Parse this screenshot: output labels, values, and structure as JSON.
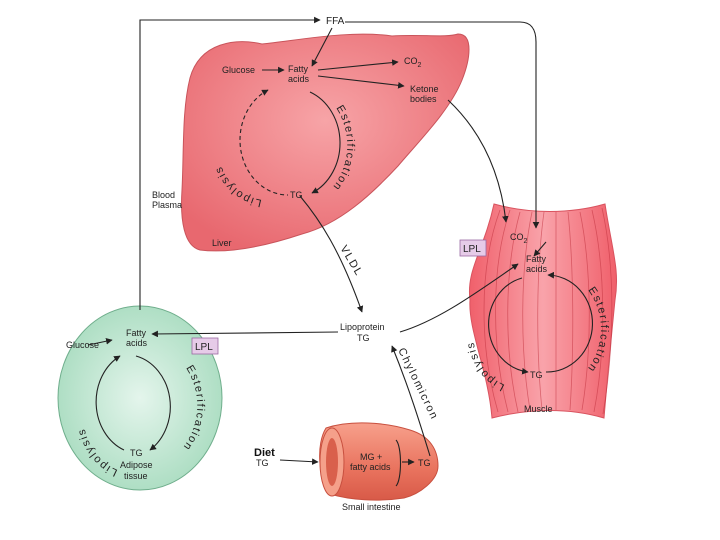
{
  "labels": {
    "ffa": "FFA",
    "liver": {
      "glucose": "Glucose",
      "fatty_acids_1": "Fatty",
      "fatty_acids_2": "acids",
      "co2": "CO",
      "co2_sub": "2",
      "ketone_1": "Ketone",
      "ketone_2": "bodies",
      "tg": "TG",
      "lipolysis": "Lipolysis",
      "esterification": "Esterification",
      "name": "Liver"
    },
    "blood_plasma_1": "Blood",
    "blood_plasma_2": "Plasma",
    "vldl": "VLDL",
    "lipoprotein_1": "Lipoprotein",
    "lipoprotein_2": "TG",
    "chylomicrons": "Chylomicrons",
    "lpl_muscle": "LPL",
    "lpl_adipose": "LPL",
    "muscle": {
      "co2": "CO",
      "co2_sub": "2",
      "fatty_acids_1": "Fatty",
      "fatty_acids_2": "acids",
      "tg": "TG",
      "lipolysis": "Lipolysis",
      "esterification": "Esterification",
      "name": "Muscle"
    },
    "adipose": {
      "glucose": "Glucose",
      "fatty_acids_1": "Fatty",
      "fatty_acids_2": "acids",
      "tg": "TG",
      "lipolysis": "Lipolysis",
      "esterification": "Esterification",
      "name_1": "Adipose",
      "name_2": "tissue"
    },
    "intestine": {
      "diet": "Diet",
      "diet_tg": "TG",
      "mg_1": "MG +",
      "mg_2": "fatty acids",
      "tg": "TG",
      "name": "Small intestine"
    }
  },
  "colors": {
    "liver_fill": "#ef7f84",
    "liver_stroke": "#c9545b",
    "muscle_fill": "#f4838c",
    "adipose_fill": "#b9e3cc",
    "adipose_stroke": "#6fae8c",
    "intestine_fill": "#f0866f",
    "lpl_box": "#e6cbe8"
  }
}
